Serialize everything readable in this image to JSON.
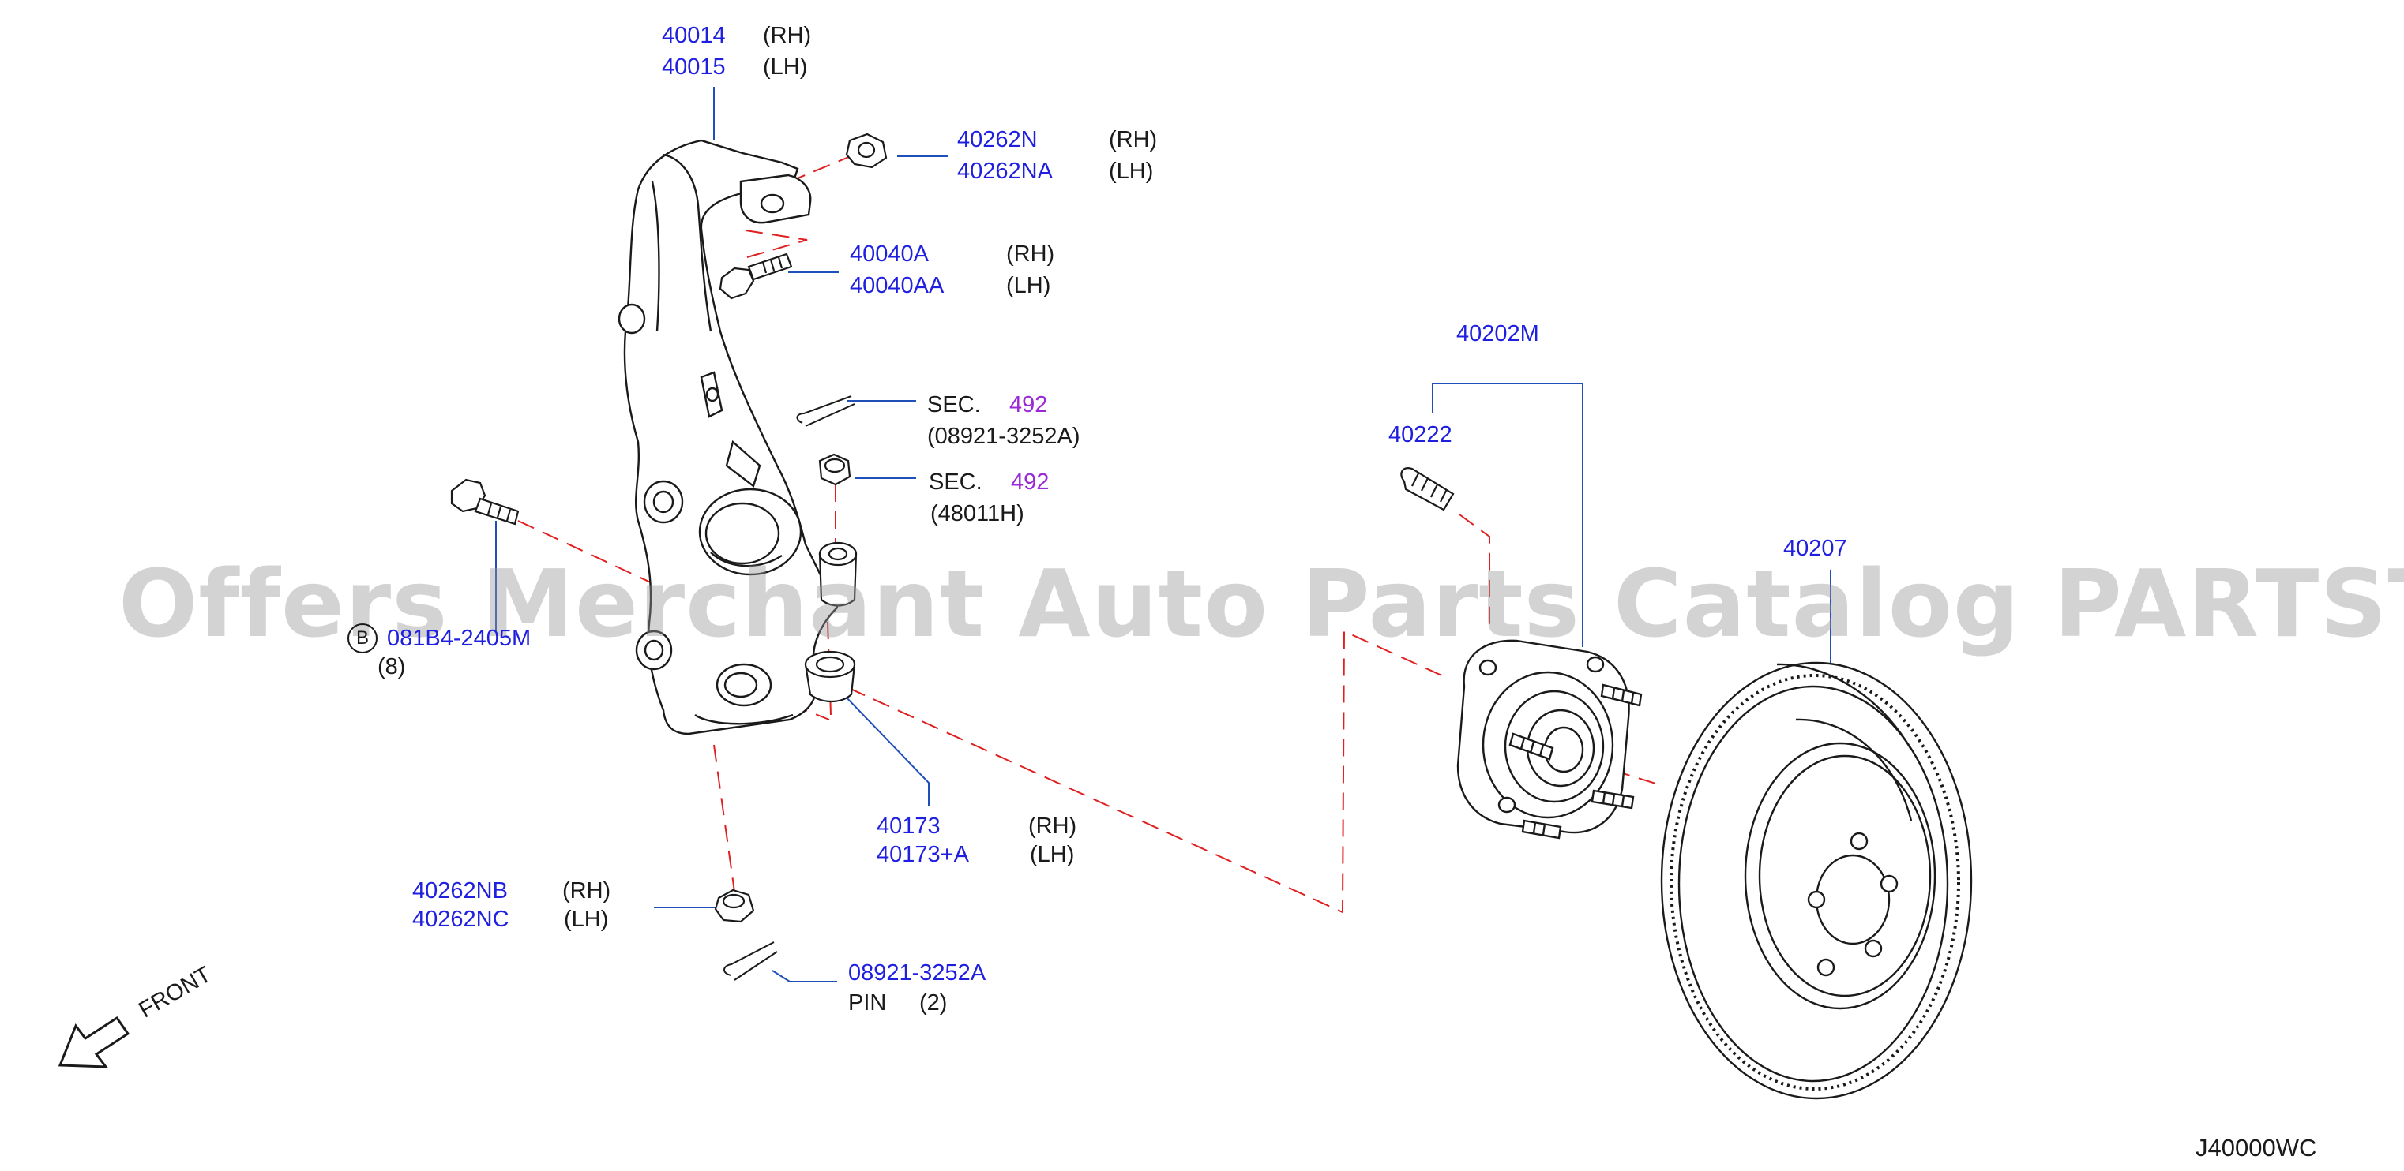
{
  "colors": {
    "part_number": "#1f1fe0",
    "section_ref": "#9a28d6",
    "leader_line": "#1f4fb8",
    "dashed_line": "#e02020",
    "drawing": "#1a1a1a",
    "watermark": "#969696"
  },
  "watermark": "Offers Merchant Auto Parts Catalog PARTSTORE.SA",
  "diagram_code": "J40000WC",
  "front_label": "FRONT",
  "callouts": {
    "knuckle": {
      "rh_part": "40014",
      "rh_side": "(RH)",
      "lh_part": "40015",
      "lh_side": "(LH)"
    },
    "upper_nut": {
      "rh_part": "40262N",
      "rh_side": "(RH)",
      "lh_part": "40262NA",
      "lh_side": "(LH)"
    },
    "upper_bolt": {
      "rh_part": "40040A",
      "rh_side": "(RH)",
      "lh_part": "40040AA",
      "lh_side": "(LH)"
    },
    "cotter_pin_sec": {
      "sec_prefix": "SEC.",
      "sec_number": "492",
      "code": "(08921-3252A)"
    },
    "tie_rod_nut_sec": {
      "sec_prefix": "SEC.",
      "sec_number": "492",
      "code": "(48011H)"
    },
    "side_bolt": {
      "badge": "B",
      "part": "081B4-2405M",
      "qty": "(8)"
    },
    "bushing": {
      "rh_part": "40173",
      "rh_side": "(RH)",
      "lh_part": "40173+A",
      "lh_side": "(LH)"
    },
    "lower_nut": {
      "rh_part": "40262NB",
      "rh_side": "(RH)",
      "lh_part": "40262NC",
      "lh_side": "(LH)"
    },
    "lower_pin": {
      "part": "08921-3252A",
      "name": "PIN",
      "qty": "(2)"
    },
    "hub_assembly": {
      "part": "40202M"
    },
    "hub_bolt": {
      "part": "40222"
    },
    "rotor": {
      "part": "40207"
    }
  }
}
